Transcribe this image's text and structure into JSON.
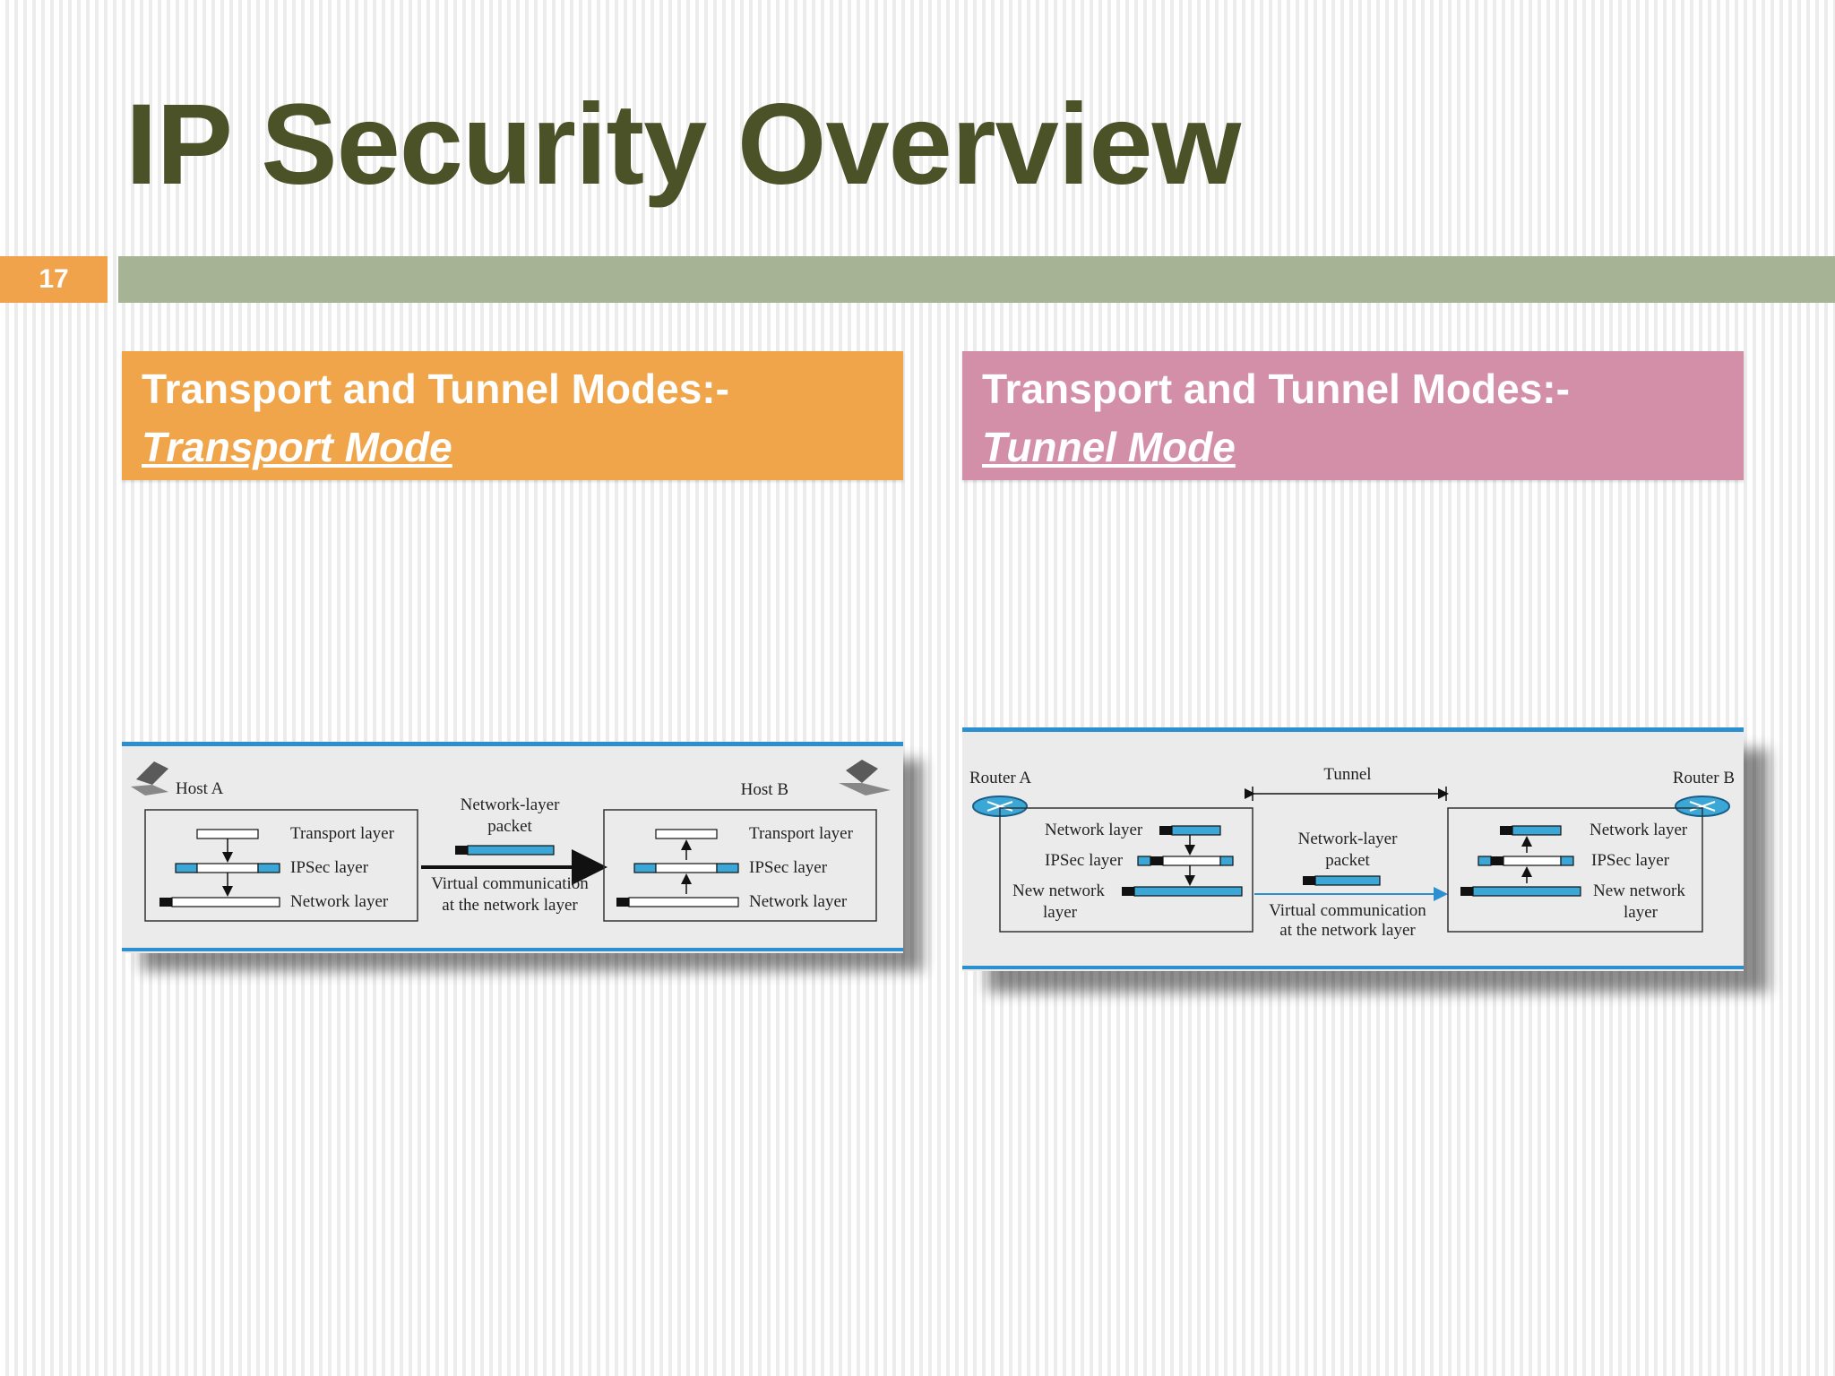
{
  "slide": {
    "title": "IP Security Overview",
    "number": "17"
  },
  "colors": {
    "title": "#4b5227",
    "slide_number_bg": "#f0a34a",
    "rule": "#a6b394",
    "transport_header_bg": "#f0a54a",
    "tunnel_header_bg": "#d48fa8",
    "diagram_accent": "#3aa7d6"
  },
  "transport_section": {
    "heading": "Transport and Tunnel Modes:-",
    "subheading": "Transport Mode",
    "diagram": {
      "host_a": "Host A",
      "host_b": "Host B",
      "layers_a": [
        "Transport layer",
        "IPSec layer",
        "Network layer"
      ],
      "layers_b": [
        "Transport layer",
        "IPSec layer",
        "Network layer"
      ],
      "packet_label": [
        "Network-layer",
        "packet"
      ],
      "virtual_label": [
        "Virtual communication",
        "at the network layer"
      ],
      "icons": [
        "laptop-icon",
        "laptop-icon"
      ]
    }
  },
  "tunnel_section": {
    "heading": "Transport and Tunnel Modes:-",
    "subheading": "Tunnel Mode",
    "diagram": {
      "router_a": "Router A",
      "router_b": "Router B",
      "tunnel": "Tunnel",
      "layers_a": [
        "Network layer",
        "IPSec layer",
        "New network",
        "layer"
      ],
      "layers_b": [
        "Network layer",
        "IPSec layer",
        "New network",
        "layer"
      ],
      "packet_label": [
        "Network-layer",
        "packet"
      ],
      "virtual_label": [
        "Virtual communication",
        "at the network layer"
      ],
      "icons": [
        "router-icon",
        "router-icon"
      ]
    }
  }
}
